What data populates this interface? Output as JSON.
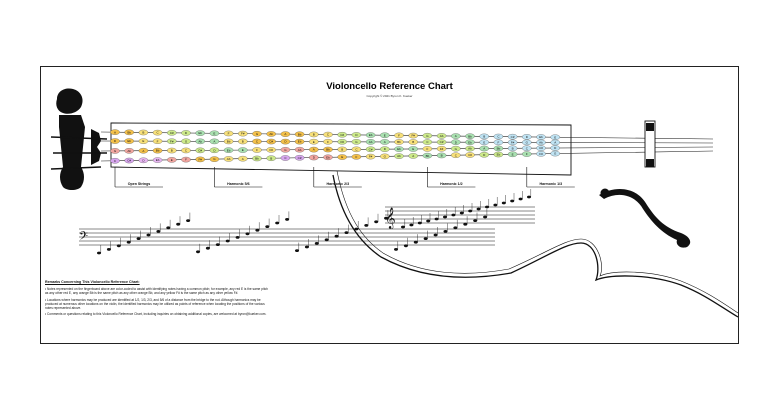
{
  "chart": {
    "title": "Violoncello Reference Chart",
    "copyright": "Copyright © 2021 Byron K. Kueker"
  },
  "strings": [
    {
      "notes": [
        "A",
        "Bb",
        "B",
        "C",
        "C#",
        "D",
        "Eb",
        "E",
        "F",
        "F#",
        "G",
        "Ab",
        "A",
        "Bb",
        "B",
        "C",
        "C#",
        "D",
        "Eb",
        "E",
        "F",
        "F#",
        "G",
        "Ab",
        "A",
        "Bb",
        "B",
        "C",
        "C#",
        "D",
        "Eb",
        "E"
      ],
      "colors": [
        "#f3c04a",
        "#f3c04a",
        "#f7e07a",
        "#f7e07a",
        "#cce98a",
        "#cce98a",
        "#a9e0b0",
        "#a9e0b0",
        "#f7e07a",
        "#f7e07a",
        "#f3c04a",
        "#f3c04a",
        "#f3c04a",
        "#f3c04a",
        "#f7e07a",
        "#f7e07a",
        "#cce98a",
        "#cce98a",
        "#a9e0b0",
        "#a9e0b0",
        "#f7e07a",
        "#f7e07a",
        "#cce98a",
        "#cce98a",
        "#a9e0b0",
        "#a9e0b0",
        "#bfe3f3",
        "#bfe3f3",
        "#bfe3f3",
        "#bfe3f3",
        "#bfe3f3",
        "#bfe3f3"
      ]
    },
    {
      "notes": [
        "D",
        "Eb",
        "E",
        "F",
        "F#",
        "G",
        "Ab",
        "A",
        "Bb",
        "B",
        "C",
        "C#",
        "D",
        "Eb",
        "E",
        "F",
        "F#",
        "G",
        "Ab",
        "A",
        "Bb",
        "B",
        "C",
        "C#",
        "D",
        "Eb",
        "E",
        "F",
        "F#",
        "G",
        "Ab",
        "A"
      ],
      "colors": [
        "#f3c04a",
        "#f3c04a",
        "#f7e07a",
        "#f7e07a",
        "#cce98a",
        "#cce98a",
        "#a9e0b0",
        "#a9e0b0",
        "#f7e07a",
        "#f7e07a",
        "#f3c04a",
        "#f3c04a",
        "#f3c04a",
        "#f3c04a",
        "#f7e07a",
        "#f7e07a",
        "#cce98a",
        "#cce98a",
        "#a9e0b0",
        "#a9e0b0",
        "#f7e07a",
        "#f7e07a",
        "#cce98a",
        "#cce98a",
        "#a9e0b0",
        "#a9e0b0",
        "#bfe3f3",
        "#bfe3f3",
        "#bfe3f3",
        "#bfe3f3",
        "#bfe3f3",
        "#bfe3f3"
      ]
    },
    {
      "notes": [
        "G",
        "Ab",
        "A",
        "Bb",
        "B",
        "C",
        "C#",
        "D",
        "Eb",
        "E",
        "F",
        "F#",
        "G",
        "Ab",
        "A",
        "Bb",
        "B",
        "C",
        "C#",
        "D",
        "Eb",
        "E",
        "F",
        "F#",
        "G",
        "Ab",
        "A",
        "Bb",
        "B",
        "C",
        "C#",
        "D"
      ],
      "colors": [
        "#f1a6a0",
        "#f1a6a0",
        "#f3c04a",
        "#f3c04a",
        "#f7e07a",
        "#f7e07a",
        "#cce98a",
        "#cce98a",
        "#a9e0b0",
        "#a9e0b0",
        "#f7e07a",
        "#f7e07a",
        "#f1a6a0",
        "#f1a6a0",
        "#f3c04a",
        "#f3c04a",
        "#f7e07a",
        "#f7e07a",
        "#cce98a",
        "#cce98a",
        "#a9e0b0",
        "#a9e0b0",
        "#f7e07a",
        "#f7e07a",
        "#cce98a",
        "#cce98a",
        "#a9e0b0",
        "#a9e0b0",
        "#bfe3f3",
        "#bfe3f3",
        "#bfe3f3",
        "#bfe3f3"
      ]
    },
    {
      "notes": [
        "C",
        "C#",
        "D",
        "Eb",
        "E",
        "F",
        "F#",
        "G",
        "Ab",
        "A",
        "Bb",
        "B",
        "C",
        "C#",
        "D",
        "Eb",
        "E",
        "F",
        "F#",
        "G",
        "Ab",
        "A",
        "Bb",
        "B",
        "C",
        "C#",
        "D",
        "Eb",
        "E",
        "F",
        "F#",
        "G"
      ],
      "colors": [
        "#d7a6ee",
        "#d7a6ee",
        "#e6b5f1",
        "#e6b5f1",
        "#f1a6a0",
        "#f1a6a0",
        "#f3c04a",
        "#f3c04a",
        "#f7e07a",
        "#f7e07a",
        "#cce98a",
        "#cce98a",
        "#d7a6ee",
        "#d7a6ee",
        "#f1a6a0",
        "#f1a6a0",
        "#f3c04a",
        "#f3c04a",
        "#f7e07a",
        "#f7e07a",
        "#cce98a",
        "#cce98a",
        "#a9e0b0",
        "#a9e0b0",
        "#f7e07a",
        "#f7e07a",
        "#cce98a",
        "#cce98a",
        "#a9e0b0",
        "#a9e0b0",
        "#bfe3f3",
        "#bfe3f3"
      ]
    }
  ],
  "positions": [
    {
      "label": "Open Strings",
      "index": 0
    },
    {
      "label": "Harmonic 5/6",
      "index": 7
    },
    {
      "label": "Harmonic 2/3",
      "index": 14
    },
    {
      "label": "Harmonic 1/2",
      "index": 22
    },
    {
      "label": "Harmonic 1/3",
      "index": 29
    }
  ],
  "remarks": {
    "heading": "Remarks Concerning This Violoncello Reference Chart:",
    "p1": "• Notes represented on the fingerboard above are color-coded to assist with identifying notes having a common pitch; for example, any red E is the same pitch as any other red E, any orange Bb is the same pitch as any other orange Bb, and any yellow F# is the same pitch as any other yellow F#.",
    "p2": "• Locations where harmonics may be produced are identified at 1/2, 1/3, 2/3, and 5/6 of a distance from the bridge to the nut. Although harmonics may be produced at numerous other locations on the violin, the identified harmonics may be utilized as points of reference when locating the positions of the various notes represented above.",
    "p3": "• Comments or questions relating to this Violoncello Reference Chart, including inquiries on obtaining additional copies, are welcomed at byron@kueker.com."
  },
  "icons": {
    "scroll": "cello-scroll-icon",
    "fhole": "f-hole-icon",
    "clef": "bass-clef-icon"
  }
}
